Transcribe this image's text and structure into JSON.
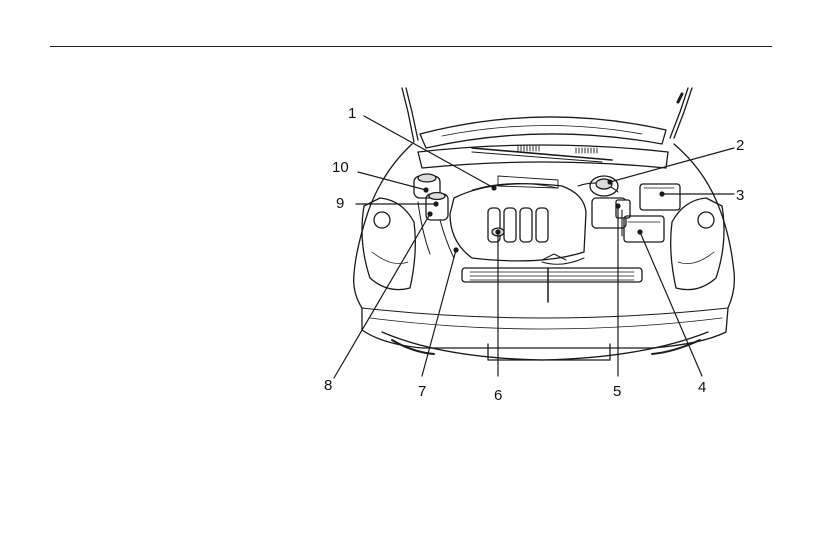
{
  "figure": {
    "callouts": [
      "1",
      "2",
      "3",
      "4",
      "5",
      "6",
      "7",
      "8",
      "9",
      "10"
    ]
  },
  "colors": {
    "line": "#1a1a1a",
    "shade": "#dcdcdc"
  }
}
